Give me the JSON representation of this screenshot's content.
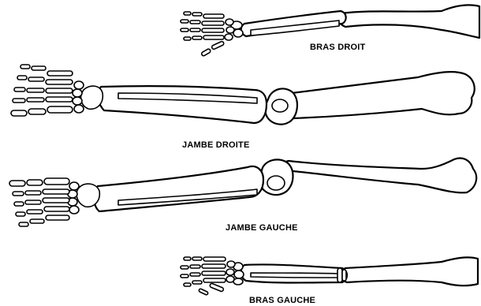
{
  "labels": {
    "bras_droit": "BRAS DROIT",
    "jambe_droite": "JAMBE DROITE",
    "jambe_gauche": "JAMBE GAUCHE",
    "bras_gauche": "BRAS GAUCHE"
  },
  "colors": {
    "ink": "#000000",
    "background": "#ffffff"
  }
}
